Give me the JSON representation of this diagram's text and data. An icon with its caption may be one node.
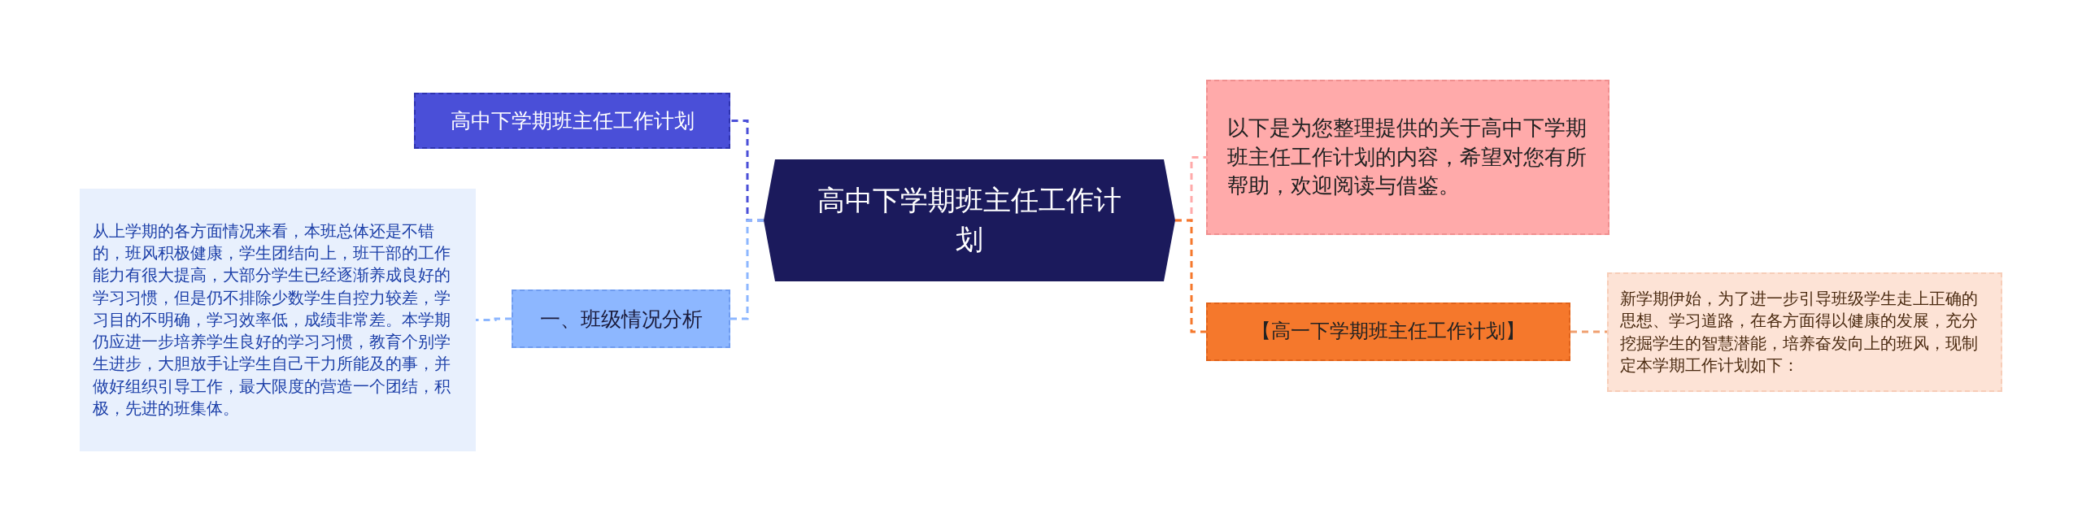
{
  "diagram": {
    "nodes": [
      {
        "text": [
          "高中下学期班主任工作计划"
        ]
      },
      {
        "text": [
          "高中下学期班主任工作计划"
        ]
      },
      {
        "text": [
          "一、班级情况分析"
        ]
      },
      {
        "text": [
          "从上学期的各方面情况来看，本班总体还是不错的，班风积极健康，学生团结向上，班干部的工作能力有很大提高，大部分学生已经逐渐养成良好的学习习惯，但是仍不排除少数学生自控力较差，学习目的不明确，学习效率低，成绩非常差。本学期仍应进一步培养学生良好的学习习惯，教育个别学生进步，大胆放手让学生自己干力所能及的事，并做好组织引导工作，最大限度的营造一个团结，积极，先进的班集体。"
        ]
      },
      {
        "text": [
          "以下是为您整理提供的关于高中下学期班主任工作计划的内容，希望对您有所帮助，欢迎阅读与借鉴。"
        ]
      },
      {
        "text": [
          "【高一下学期班主任工作计划】"
        ]
      },
      {
        "text": [
          "新学期伊始，为了进一步引导班级学生走上正确的思想、学习道路，在各方面得以健康的发展，充分挖掘学生的智慧潜能，培养奋发向上的班风，现制定本学期工作计划如下："
        ]
      }
    ],
    "edges": [
      {
        "from": 0,
        "to": 1,
        "arrow": "none",
        "style": "dashed",
        "color": "#4a4fd8"
      },
      {
        "from": 0,
        "to": 2,
        "arrow": "none",
        "style": "dashed",
        "color": "#8db7ff"
      },
      {
        "from": 2,
        "to": 3,
        "arrow": "none",
        "style": "dashed",
        "color": "#8db7ff"
      },
      {
        "from": 0,
        "to": 4,
        "arrow": "none",
        "style": "dashed",
        "color": "#ffaaaa"
      },
      {
        "from": 0,
        "to": 5,
        "arrow": "none",
        "style": "dashed",
        "color": "#f5782c"
      },
      {
        "from": 5,
        "to": 6,
        "arrow": "none",
        "style": "dashed",
        "color": "#f0a070"
      }
    ]
  }
}
